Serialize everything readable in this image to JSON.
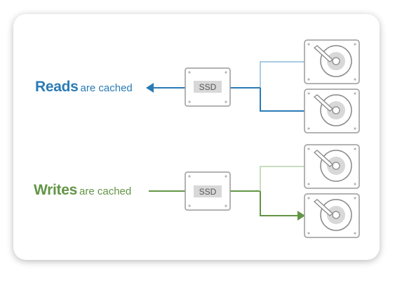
{
  "reads": {
    "bold": "Reads",
    "rest": "are cached"
  },
  "writes": {
    "bold": "Writes",
    "rest": "are cached"
  },
  "ssd_label": "SSD",
  "colors": {
    "reads": "#2a7bb5",
    "reads_light": "#a9cce0",
    "writes": "#629546",
    "writes_light": "#c9dbbf",
    "device_border": "#9a9a9a",
    "disk_fill": "#d8d8d8"
  },
  "icons": [
    "ssd-icon",
    "hard-drive-icon",
    "arrow-left-icon",
    "arrow-right-icon"
  ]
}
